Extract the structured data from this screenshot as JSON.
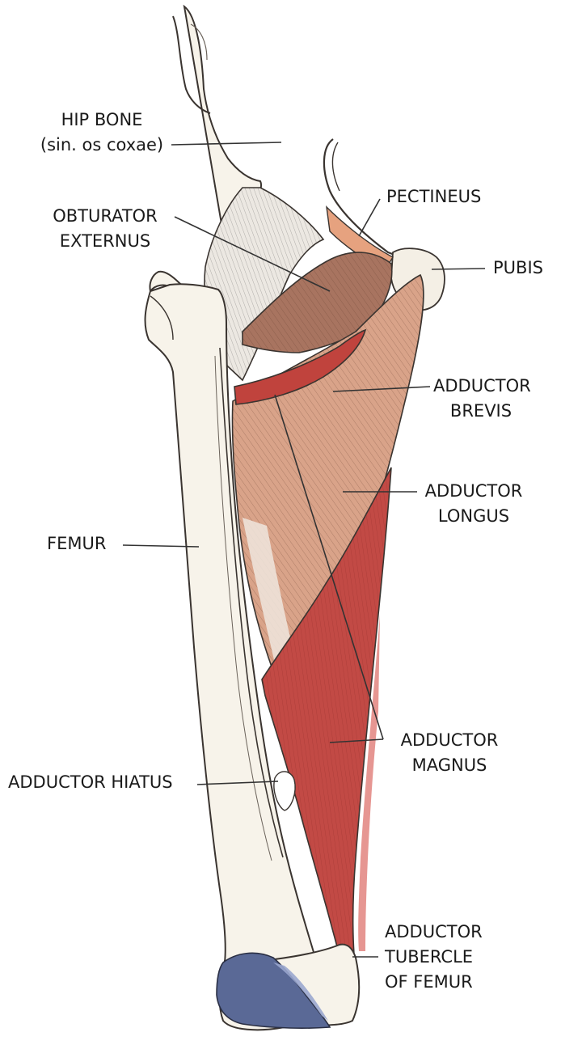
{
  "labels": {
    "hip_bone": [
      "HIP BONE",
      "(sin. os coxae)"
    ],
    "obturator_externus": [
      "OBTURATOR",
      "EXTERNUS"
    ],
    "pectineus": [
      "PECTINEUS"
    ],
    "pubis": [
      "PUBIS"
    ],
    "adductor_brevis": [
      "ADDUCTOR",
      "BREVIS"
    ],
    "adductor_longus": [
      "ADDUCTOR",
      "LONGUS"
    ],
    "femur": [
      "FEMUR"
    ],
    "adductor_magnus": [
      "ADDUCTOR",
      "MAGNUS"
    ],
    "adductor_hiatus": [
      "ADDUCTOR HIATUS"
    ],
    "adductor_tubercle": [
      "ADDUCTOR",
      "TUBERCLE",
      "OF FEMUR"
    ]
  },
  "colors": {
    "bone": "#f7f3ea",
    "bone_outline": "#3a3430",
    "muscle_tan": "#d9a389",
    "muscle_dark": "#8a5a48",
    "adductor_magnus": "#b9443f",
    "cartilage": "#5a6996",
    "leader_line": "#333333"
  }
}
